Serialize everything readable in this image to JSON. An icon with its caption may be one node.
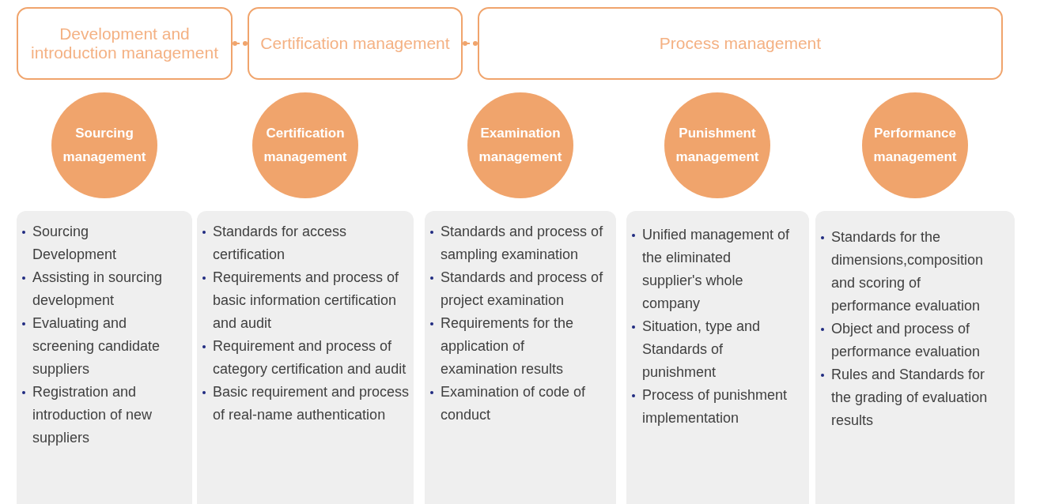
{
  "diagram": {
    "nodes": [
      {
        "text": [
          "Development and introduction management"
        ]
      },
      {
        "text": [
          "Certification management"
        ]
      },
      {
        "text": [
          "Process management"
        ]
      },
      {
        "text": [
          "Sourcing management"
        ]
      },
      {
        "text": [
          "Certification management"
        ]
      },
      {
        "text": [
          "Examination management"
        ]
      },
      {
        "text": [
          "Punishment management"
        ]
      },
      {
        "text": [
          "Performance management"
        ]
      },
      {
        "text": [
          "Sourcing Development",
          "Assisting in sourcing development",
          "Evaluating and screening candidate suppliers",
          "Registration and introduction of new suppliers"
        ]
      },
      {
        "text": [
          "Standards for access certification",
          "Requirements and process of basic information certification and audit",
          "Requirement and process of category certification and audit",
          "Basic requirement and process of real-name authentication"
        ]
      },
      {
        "text": [
          "Standards and process of sampling examination",
          "Standards and process of project examination",
          "Requirements for the application of examination results",
          "Examination of code of conduct"
        ]
      },
      {
        "text": [
          "Unified management of the eliminated supplier's whole company",
          "Situation, type and Standards of punishment",
          "Process of punishment implementation"
        ]
      },
      {
        "text": [
          "Standards for the dimensions,composition and scoring of performance evaluation",
          "Object and process of performance evaluation",
          "Rules and Standards for the grading of evaluation results"
        ]
      }
    ],
    "edges": [
      {
        "from": 0,
        "to": 1,
        "arrow": "other",
        "style": "dashed"
      },
      {
        "from": 1,
        "to": 2,
        "arrow": "other",
        "style": "dashed"
      }
    ]
  }
}
